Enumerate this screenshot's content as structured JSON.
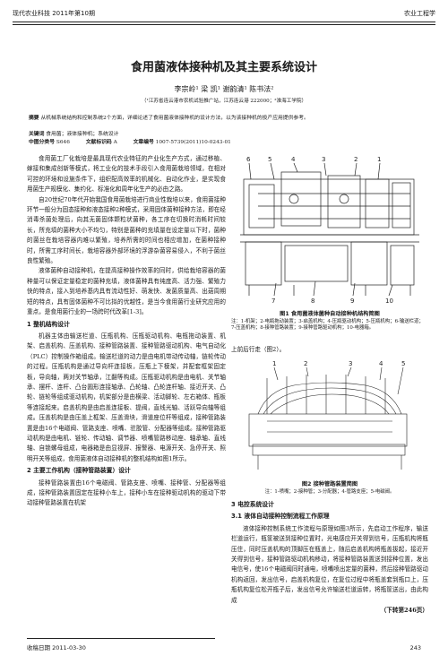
{
  "header": {
    "journal": "现代农业科技 2011年第10期",
    "section": "农业工程学"
  },
  "title": "食用菌液体接种机及其主要系统设计",
  "authors": "李宗岭¹ 梁 凯¹ 谢韵清¹ 陈书法²",
  "affiliation": "（¹江苏省连云港市农机试验推广站，江苏连云港 222000；²淮海工学院）",
  "abstract": {
    "label": "摘要",
    "text": "从机械系统结构和控制系统2个方面，详细论述了食用菌液体接种机的设计方法，以为该接种机的投产应用提供参考。",
    "keywords_label": "关键词",
    "keywords": "食用菌；液体接种机；系统设计",
    "clc_label": "中图分类号",
    "clc": "S646",
    "doc_label": "文献标识码",
    "doc": "A",
    "article_label": "文章编号",
    "article": "1007-5739(2011)10-0243-01"
  },
  "left_column": {
    "p1": "食用菌工厂化栽培是最具现代农业特征的产业化生产方式，通过移植、嫁接和集成创新等模式，将工业化的技术手段引入食用菌栽培领域，在相对可控的环境和设施条件下，组织配高效率的机械化、自动化作业，是实现食用菌生产规模化、集约化、标准化和周年化生产的必由之路。",
    "p2": "自20世纪70年代开始我国食用菌栽培进行商业性栽培以来，食用菌接种环节一般分为固态接种和液态接种2种模式，采用固体菌种接种方法，即在经消毒杀菌处理后，向其无菌固体颗粒状菌种，各工序在切换时消耗时间较长，所充填的菌种大小不均匀，特别是菌种的充填量在设定量以下时，菌种的菌丝在栽培容器内难以繁殖，培养所需的时间也相应增加，在菌种接种时，所需工序时间长，栽培容器外部环境的浮游杂菌容易侵入，不利于菌丝良性繁殖。",
    "p3": "液体菌种自动接种机，在提高接种操作效率的同时，供给栽培容器的菌种量可以保证定量稳定的菌种充填，液体菌种具有纯度高、活力强、繁殖力快的特点，接入到培养基内具有流动性好、萌发快、发菌质量高、出菇周期短的特点，具有固体菌种不可比拟的优越性，是当今食用菌行业研究应用的重点，是食用菌行业的一场跨时代改革[1-3]。",
    "h1": "1 整机结构设计",
    "p4": "机器主体由输送栏道、压瓶机构、压瓶驱动机构、电瓶拖动装置、机架、启盖机构、压盖机构、接种管路装置、接种管路驱动机构、电气自动化（PLC）控制操作箱组成。输送栏道的动力是由电机带动传动轴，链轮传动的过程。压瓶机构是通过导向杆连接板，压瓶上下模架，并配套框架固定板，导向轴，两对关节轴承，江翻等构成。压瓶驱动机构是由电机、关节轴承、摆杆、连杆、凸台圆形连接轴承、凸轮轴、凸轮连杆轴、接近开关、凸轮、链轮等组成驱动机构，机架部分是由横梁、活动脚轮、左右箱体、瓶板等连接起来。启盖机构是由启盖连接板、提阀，直线光轴、活跃导向轴等组成。压盖机构是由压盖上框架、压盖滑块，滑道座位杆等组成，接种管路装置是由16个电磁阀、管路支座、喷嘴、驻胶管、分配器等组成。接种管路驱动机构是由电机、链轮、传动轴、调节器、喷嘴管路移动座、轴承轴、直线轴、自锁螺母组成，电器箱是由显视屏、报警器、电源开关、急停开关、照明开关等组成，食用菌液体自动接种机的整机结构如图1所示。",
    "h2": "2 主要工作机构（接种管路装置）设计",
    "p5": "接种管路装置由16个电磁阀、管路支座、喷嘴、接种管、分配器等组成，接种管路装置固定在接种小车上，接种小车在接种驱动机构的驱动下带动接种管路装置在机架"
  },
  "figure1": {
    "numbers": [
      "6",
      "5",
      "4",
      "3",
      "2",
      "1",
      "7",
      "8",
      "9",
      "10"
    ],
    "caption": "图1 食用菌液体菌种自动接种机结构简图",
    "note": "注：1-机架；2-电瓶拖动装置；3-启盖机构；4-压瓶驱动机构；5-压瓶机构；6-输送栏道；7-压盖机构；8-接种管路装置；9-接种管路驱动机构；10-电器箱。"
  },
  "right_text1": "上前后行走（图2）。",
  "figure2": {
    "numbers": [
      "1",
      "2",
      "3",
      "4",
      "5"
    ],
    "caption": "图2 接种管路装置简图",
    "note": "注：1-喷嘴；2-接种管；3-分配器；4-管路支座；5-电磁阀。"
  },
  "right_column": {
    "h3": "3 电控系统设计",
    "h31": "3.1 液体自动接种控制流程工作原理",
    "p6": "液体接种控制系统工作流程与原理如图3所示，先启动工作程序，输送栏道运行，瓶筐被送到接种位置时，光电感应开关得到信号，压瓶机构将瓶压住，同时压盖机构的顶脚压在瓶盖上，随后启盖机构将瓶盖拔起，接近开关得到信号，接种管路驱动机构移动，将接种管路装置送到接种位置，发出电信号，使16个电磁阀同时通电，喷嘴喷出定量的菌种，然后接种管路驱动机构返回，发出信号，启盖机构复位，在复位过程中将瓶盖套到瓶口上，压瓶机构复位松开瓶子后，发出信号允许输送栏道运转，将瓶筐送出，由此构成",
    "continue": "（下转第246页）"
  },
  "footer": {
    "received": "收稿日期  2011-03-30",
    "page": "243"
  }
}
